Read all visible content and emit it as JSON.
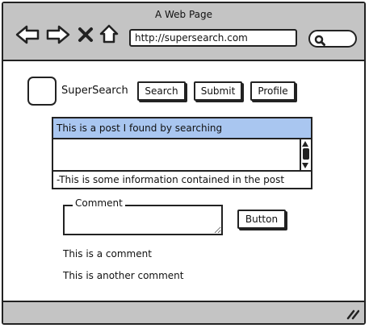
{
  "window": {
    "title": "A Web Page",
    "address": "http://supersearch.com"
  },
  "site": {
    "name": "SuperSearch"
  },
  "nav_buttons": {
    "search": "Search",
    "submit": "Submit",
    "profile": "Profile"
  },
  "post": {
    "title": "This is a post I found by searching",
    "info": "-This is some information contained in the post"
  },
  "comment_form": {
    "legend": "Comment",
    "value": "",
    "button_label": "Button"
  },
  "comments": [
    "This is a comment",
    "This is another comment"
  ],
  "colors": {
    "chrome": "#c4c4c4",
    "selected_row": "#a9c6f0",
    "outline": "#222222"
  },
  "icons": {
    "back": "back-arrow-icon",
    "forward": "forward-arrow-icon",
    "stop": "stop-icon",
    "home": "home-icon",
    "search": "search-icon",
    "resize": "resize-handle-icon"
  }
}
